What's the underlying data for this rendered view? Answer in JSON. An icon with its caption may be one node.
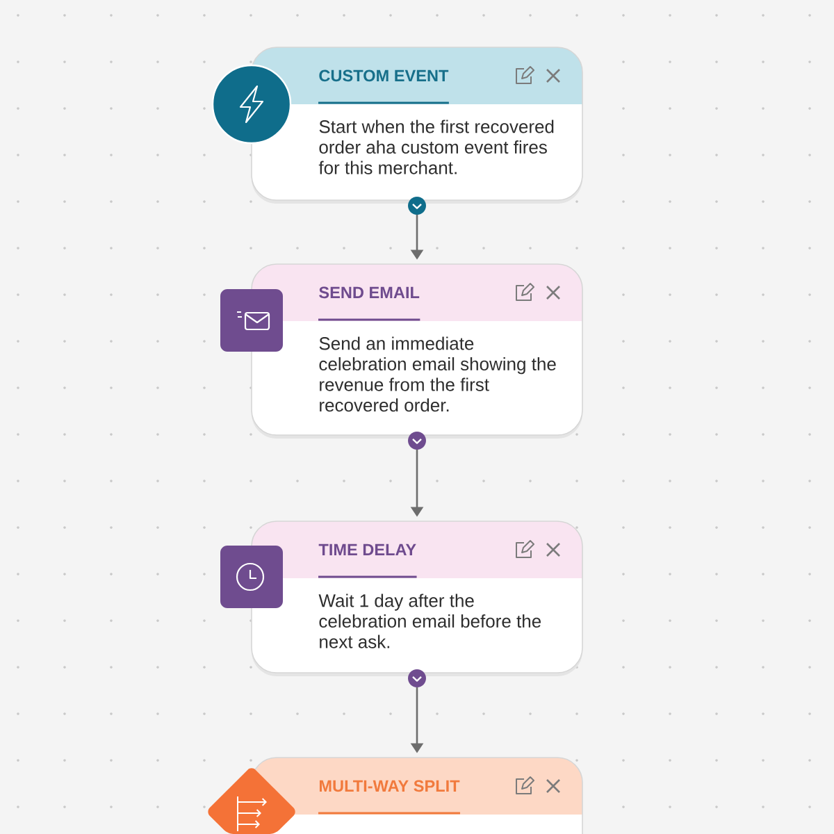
{
  "diagram": {
    "nodes": [
      {
        "text": [
          "CUSTOM EVENT",
          "Start when the first recovered order aha custom event fires for this merchant."
        ]
      },
      {
        "text": [
          "SEND EMAIL",
          "Send an immediate celebration email showing the revenue from the first recovered order."
        ]
      },
      {
        "text": [
          "TIME DELAY",
          "Wait 1 day after the celebration email before the next ask."
        ]
      },
      {
        "text": [
          "MULTI-WAY SPLIT"
        ]
      }
    ],
    "edges": [
      {
        "from": 0,
        "to": 1,
        "arrow": "to"
      },
      {
        "from": 1,
        "to": 2,
        "arrow": "to"
      },
      {
        "from": 2,
        "to": 3,
        "arrow": "to"
      }
    ]
  }
}
